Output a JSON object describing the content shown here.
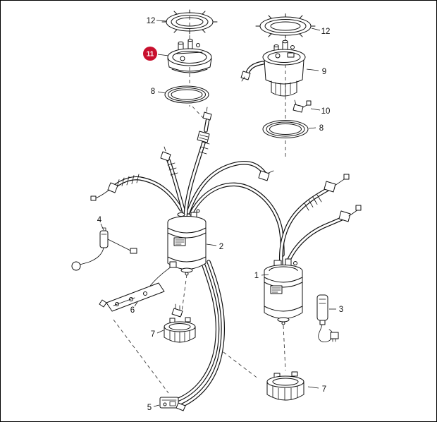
{
  "page": {
    "background": "#ffffff",
    "border_color": "#000000"
  },
  "diagram": {
    "type": "exploded-parts-diagram",
    "subject": "fuel-pump-and-sender-module-assembly",
    "line_color": "#111111",
    "highlight_color": "#c8102e",
    "highlight_text_color": "#ffffff",
    "callouts": [
      {
        "ref": "12",
        "part": "lock-ring-left",
        "highlighted": false
      },
      {
        "ref": "11",
        "part": "pump-flange-cap",
        "highlighted": true
      },
      {
        "ref": "8",
        "part": "seal-ring-left",
        "highlighted": false
      },
      {
        "ref": "12",
        "part": "lock-ring-right",
        "highlighted": false
      },
      {
        "ref": "9",
        "part": "delivery-module",
        "highlighted": false
      },
      {
        "ref": "10",
        "part": "elbow-fitting",
        "highlighted": false
      },
      {
        "ref": "8",
        "part": "seal-ring-right",
        "highlighted": false
      },
      {
        "ref": "2",
        "part": "fuel-pump-left",
        "highlighted": false
      },
      {
        "ref": "1",
        "part": "fuel-pump-right",
        "highlighted": false
      },
      {
        "ref": "4",
        "part": "level-sender-float",
        "highlighted": false
      },
      {
        "ref": "6",
        "part": "mounting-bracket",
        "highlighted": false
      },
      {
        "ref": "3",
        "part": "level-sender-right",
        "highlighted": false
      },
      {
        "ref": "7",
        "part": "retaining-collar-left",
        "highlighted": false
      },
      {
        "ref": "7",
        "part": "retaining-collar-right",
        "highlighted": false
      },
      {
        "ref": "5",
        "part": "bottom-bracket",
        "highlighted": false
      }
    ]
  }
}
